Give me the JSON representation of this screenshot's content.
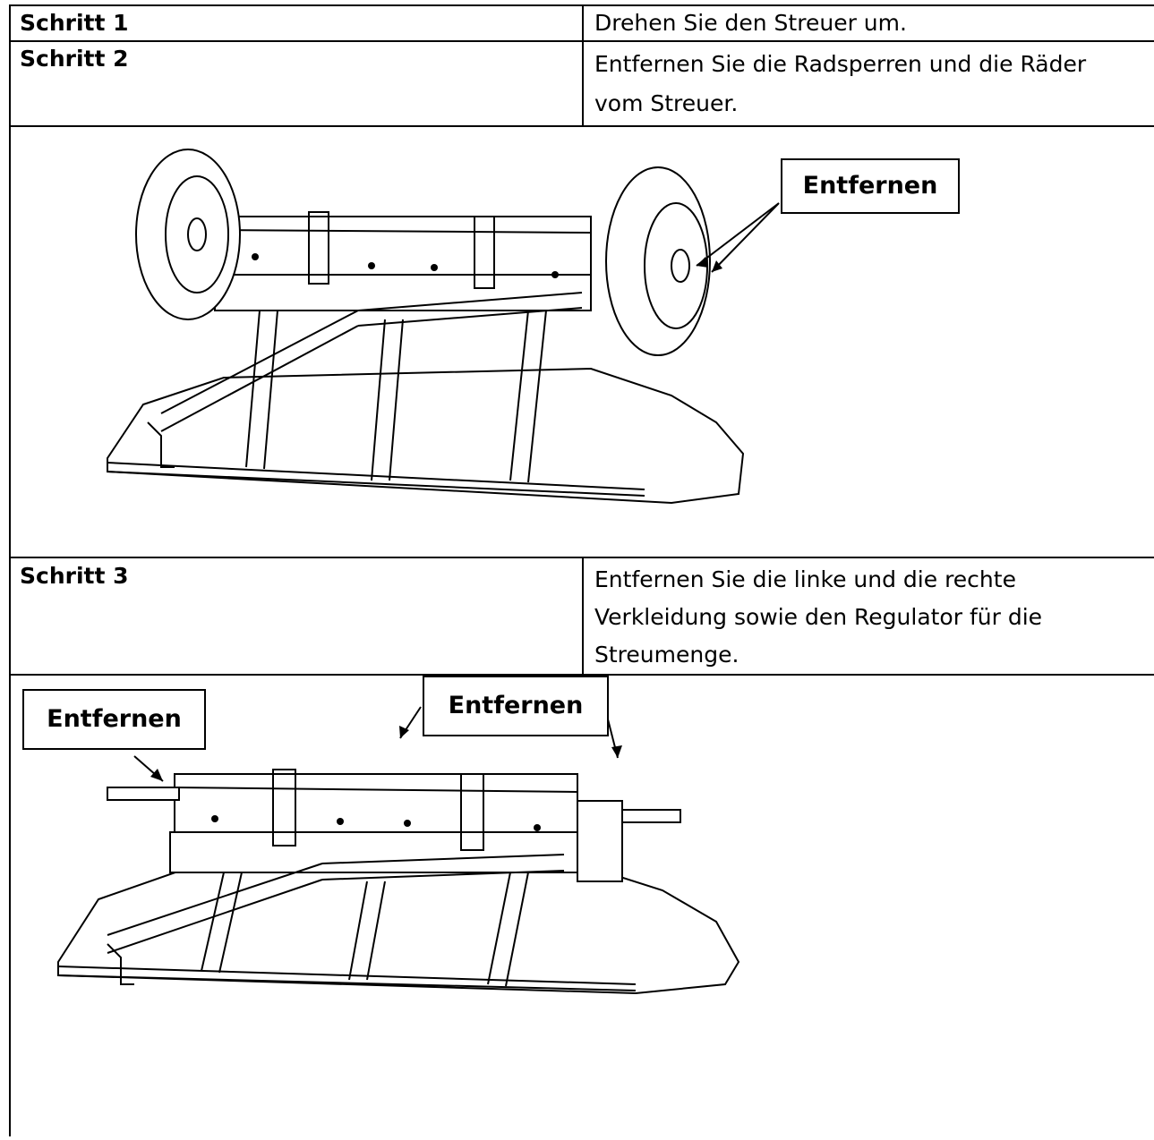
{
  "rows": [
    {
      "step": "Schritt 1",
      "text": "Drehen Sie den Streuer um."
    },
    {
      "step": "Schritt 2",
      "text": "Entfernen Sie die Radsperren und die Räder vom Streuer."
    },
    {
      "step": "Schritt 3",
      "text": "Entfernen Sie die linke und die rechte Verkleidung sowie den Regulator für die Streumenge."
    }
  ],
  "figure1": {
    "callout": "Entfernen"
  },
  "figure2": {
    "callout_left": "Entfernen",
    "callout_center": "Entfernen"
  }
}
